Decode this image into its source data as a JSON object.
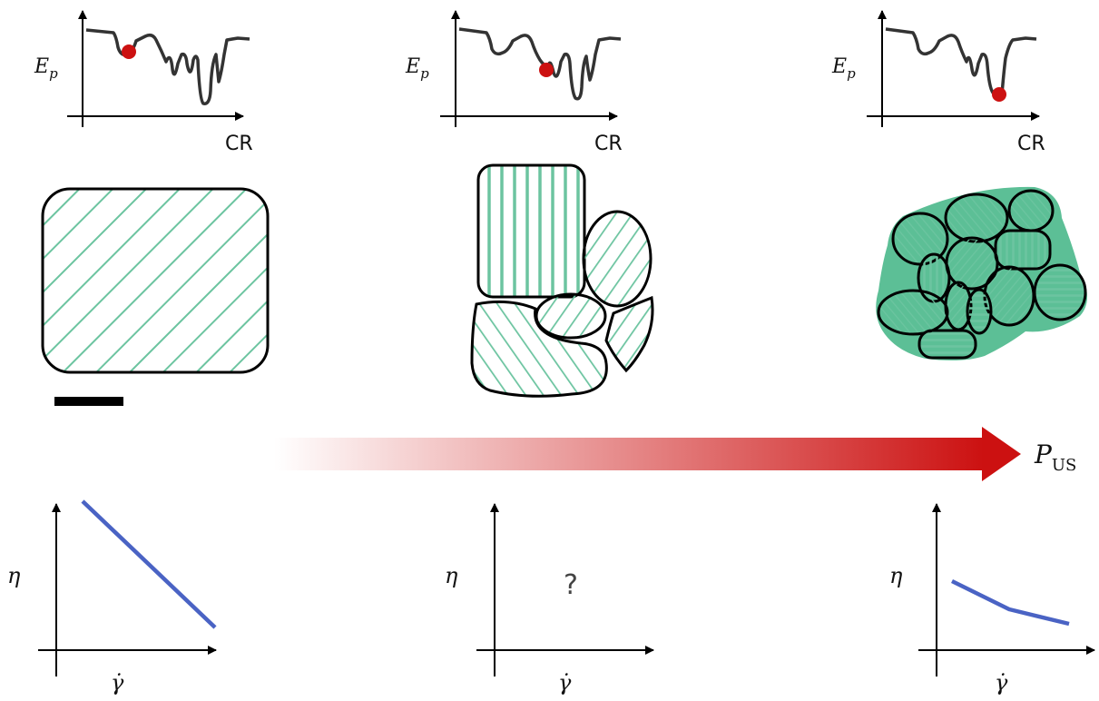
{
  "colors": {
    "axis": "#000000",
    "landscape": "#333333",
    "ball": "#cc1111",
    "hatch": "#6cc4a0",
    "fill_green": "#5cbf96",
    "viscosity_line": "#4a63c4",
    "arrow_end": "#cc1111",
    "arrow_start": "#ffffff"
  },
  "energy_plots": [
    {
      "ylabel": "E",
      "ylabel_sub": "p",
      "xlabel": "CR",
      "ball_state": "local-minimum"
    },
    {
      "ylabel": "E",
      "ylabel_sub": "p",
      "xlabel": "CR",
      "ball_state": "intermediate-minimum"
    },
    {
      "ylabel": "E",
      "ylabel_sub": "p",
      "xlabel": "CR",
      "ball_state": "global-minimum"
    }
  ],
  "arrow": {
    "label_main": "P",
    "label_sub": "US"
  },
  "viscosity_plots": [
    {
      "ylabel": "η",
      "xlabel": "γ̇",
      "curve": "steep-decrease"
    },
    {
      "ylabel": "η",
      "xlabel": "γ̇",
      "curve": "unknown",
      "placeholder": "?"
    },
    {
      "ylabel": "η",
      "xlabel": "γ̇",
      "curve": "weak-decrease"
    }
  ],
  "icons": [
    "scale-bar-icon"
  ]
}
